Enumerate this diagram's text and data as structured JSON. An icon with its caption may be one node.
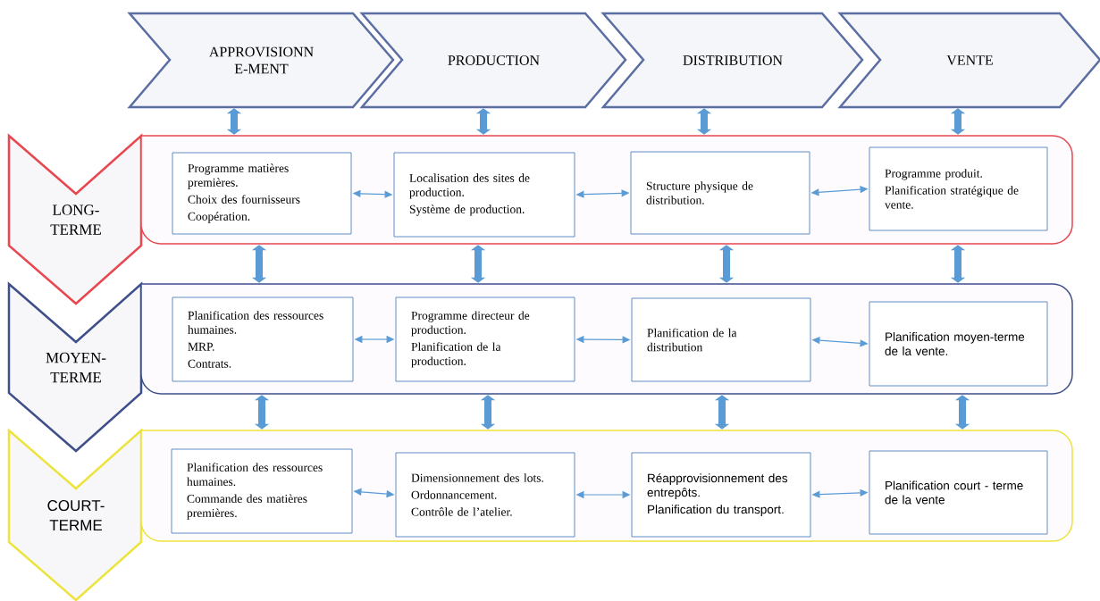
{
  "diagram": {
    "nodes": [
      {
        "text": [
          "APPROVISIONN E-MENT"
        ]
      },
      {
        "text": [
          "PRODUCTION"
        ]
      },
      {
        "text": [
          "DISTRIBUTION"
        ]
      },
      {
        "text": [
          "VENTE"
        ]
      },
      {
        "text": [
          "LONG- TERME"
        ]
      },
      {
        "text": [],
        "shape": "box"
      },
      {
        "text": [
          "Programme matières premières.",
          "Choix des fournisseurs",
          "Coopération."
        ],
        "in": 5
      },
      {
        "text": [
          "Localisation des sites de production.",
          "Système de production."
        ],
        "in": 5
      },
      {
        "text": [
          "Structure physique de distribution."
        ],
        "in": 5
      },
      {
        "text": [
          "Programme produit.",
          "Planification stratégique de vente."
        ],
        "in": 5
      },
      {
        "text": [
          "MOYEN- TERME"
        ]
      },
      {
        "text": [],
        "shape": "box"
      },
      {
        "text": [
          "Planification des ressources humaines.",
          "MRP.",
          "Contrats."
        ],
        "in": 11
      },
      {
        "text": [
          "Programme directeur de production.",
          "Planification de la production."
        ],
        "in": 11
      },
      {
        "text": [
          "Planification de la distribution"
        ],
        "in": 11
      },
      {
        "text": [
          "Planification moyen-terme de la vente."
        ],
        "in": 11
      },
      {
        "text": [
          "COURT- TERME"
        ]
      },
      {
        "text": [],
        "shape": "box"
      },
      {
        "text": [
          "Planification des ressources humaines.",
          "Commande des matières premières."
        ],
        "in": 17
      },
      {
        "text": [
          "Dimensionnement des lots.",
          "Ordonnancement.",
          "Contrôle de l’atelier."
        ],
        "in": 17
      },
      {
        "text": [
          "Réapprovisionnement des entrepôts.",
          "Planification du transport."
        ],
        "in": 17
      },
      {
        "text": [
          "Planification court - terme de la vente"
        ],
        "in": 17
      }
    ],
    "edges": [
      {
        "from": 0,
        "to": 5,
        "arrow": "both"
      },
      {
        "from": 1,
        "to": 5,
        "arrow": "both"
      },
      {
        "from": 2,
        "to": 5,
        "arrow": "both"
      },
      {
        "from": 3,
        "to": 5,
        "arrow": "both"
      },
      {
        "from": 6,
        "to": 7,
        "arrow": "both"
      },
      {
        "from": 7,
        "to": 8,
        "arrow": "both"
      },
      {
        "from": 8,
        "to": 9,
        "arrow": "both"
      },
      {
        "from": 5,
        "to": 11,
        "arrow": "both"
      },
      {
        "from": 5,
        "to": 11,
        "arrow": "both"
      },
      {
        "from": 5,
        "to": 11,
        "arrow": "both"
      },
      {
        "from": 5,
        "to": 11,
        "arrow": "both"
      },
      {
        "from": 12,
        "to": 13,
        "arrow": "both"
      },
      {
        "from": 13,
        "to": 14,
        "arrow": "both"
      },
      {
        "from": 14,
        "to": 15,
        "arrow": "both"
      },
      {
        "from": 11,
        "to": 17,
        "arrow": "both"
      },
      {
        "from": 11,
        "to": 17,
        "arrow": "both"
      },
      {
        "from": 11,
        "to": 17,
        "arrow": "both"
      },
      {
        "from": 11,
        "to": 17,
        "arrow": "both"
      },
      {
        "from": 18,
        "to": 19,
        "arrow": "both"
      },
      {
        "from": 19,
        "to": 20,
        "arrow": "both"
      },
      {
        "from": 20,
        "to": 21,
        "arrow": "both"
      }
    ]
  }
}
